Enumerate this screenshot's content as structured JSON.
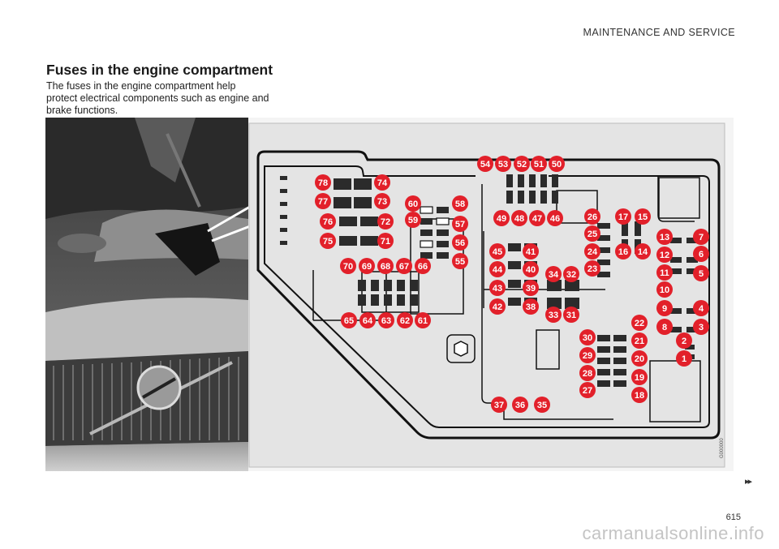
{
  "header": {
    "section": "MAINTENANCE AND SERVICE"
  },
  "title": "Fuses in the engine compartment",
  "intro": "The fuses in the engine compartment help protect electrical components such as engine and brake functions.",
  "figure": {
    "code": "G000000"
  },
  "footer": {
    "next_marker": "▸▸",
    "page_number": "615"
  },
  "watermark": "carmanualsonline.info",
  "colors": {
    "badge": "#e2202a",
    "panel": "#e4e4e4",
    "outline": "#111111"
  },
  "fuse_labels": [
    "1",
    "2",
    "3",
    "4",
    "5",
    "6",
    "7",
    "8",
    "9",
    "10",
    "11",
    "12",
    "13",
    "14",
    "15",
    "16",
    "17",
    "18",
    "19",
    "20",
    "21",
    "22",
    "23",
    "24",
    "25",
    "26",
    "27",
    "28",
    "29",
    "30",
    "31",
    "32",
    "33",
    "34",
    "35",
    "36",
    "37",
    "38",
    "39",
    "40",
    "41",
    "42",
    "43",
    "44",
    "45",
    "46",
    "47",
    "48",
    "49",
    "50",
    "51",
    "52",
    "53",
    "54",
    "55",
    "56",
    "57",
    "58",
    "59",
    "60",
    "61",
    "62",
    "63",
    "64",
    "65",
    "66",
    "67",
    "68",
    "69",
    "70",
    "71",
    "72",
    "73",
    "74",
    "75",
    "76",
    "77",
    "78"
  ]
}
